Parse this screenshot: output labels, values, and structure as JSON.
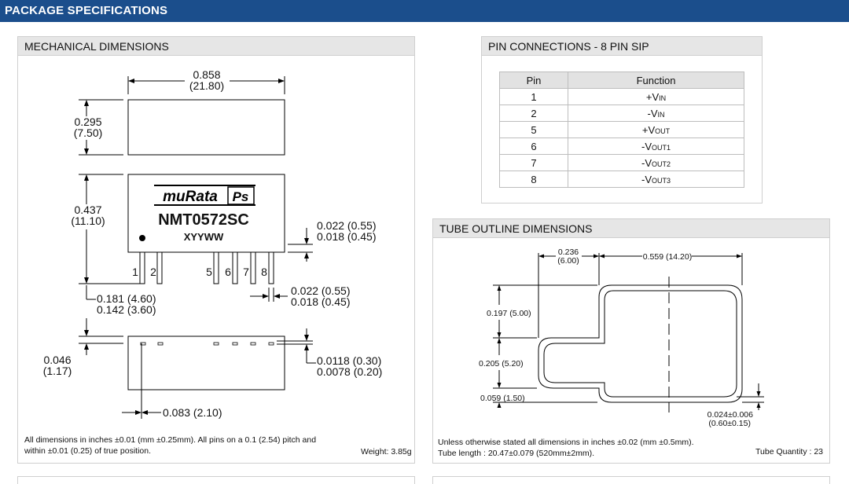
{
  "header": {
    "title": "PACKAGE SPECIFICATIONS"
  },
  "mechanical": {
    "title": "MECHANICAL DIMENSIONS",
    "width_in": "0.858",
    "width_mm": "(21.80)",
    "top_h_in": "0.295",
    "top_h_mm": "(7.50)",
    "body_h_in": "0.437",
    "body_h_mm": "(11.10)",
    "brand": "muRata",
    "brand_ps": "Ps",
    "part": "NMT0572SC",
    "datecode": "XYYWW",
    "pin_labels": [
      "1",
      "2",
      "5",
      "6",
      "7",
      "8"
    ],
    "pin_w1": "0.022 (0.55)",
    "pin_w2": "0.018 (0.45)",
    "pin_len1": "0.181 (4.60)",
    "pin_len2": "0.142 (3.60)",
    "pin_t1": "0.022 (0.55)",
    "pin_t2": "0.018 (0.45)",
    "side_h_in": "0.046",
    "side_h_mm": "(1.17)",
    "lead_t1": "0.0118 (0.30)",
    "lead_t2": "0.0078 (0.20)",
    "lead_off": "0.083 (2.10)",
    "note": "All dimensions in inches ±0.01 (mm ±0.25mm). All pins on a 0.1 (2.54) pitch and within ±0.01 (0.25) of true position.",
    "weight": "Weight: 3.85g"
  },
  "pins": {
    "title": "PIN CONNECTIONS - 8 PIN SIP",
    "col_pin": "Pin",
    "col_function": "Function",
    "rows": [
      {
        "pin": "1",
        "fn": "+V",
        "sub": "IN"
      },
      {
        "pin": "2",
        "fn": "-V",
        "sub": "IN"
      },
      {
        "pin": "5",
        "fn": "+V",
        "sub": "OUT"
      },
      {
        "pin": "6",
        "fn": "-V",
        "sub": "OUT1"
      },
      {
        "pin": "7",
        "fn": "-V",
        "sub": "OUT2"
      },
      {
        "pin": "8",
        "fn": "-V",
        "sub": "OUT3"
      }
    ]
  },
  "tube": {
    "title": "TUBE OUTLINE DIMENSIONS",
    "d1_in": "0.236",
    "d1_mm": "(6.00)",
    "d2": "0.559 (14.20)",
    "d3": "0.197 (5.00)",
    "d4": "0.205 (5.20)",
    "d5": "0.059 (1.50)",
    "d6_in": "0.024±0.006",
    "d6_mm": "(0.60±0.15)",
    "note1": "Unless otherwise stated all dimensions in inches ±0.02 (mm ±0.5mm).",
    "note2": "Tube length : 20.47±0.079 (520mm±2mm).",
    "quantity": "Tube Quantity : 23"
  }
}
